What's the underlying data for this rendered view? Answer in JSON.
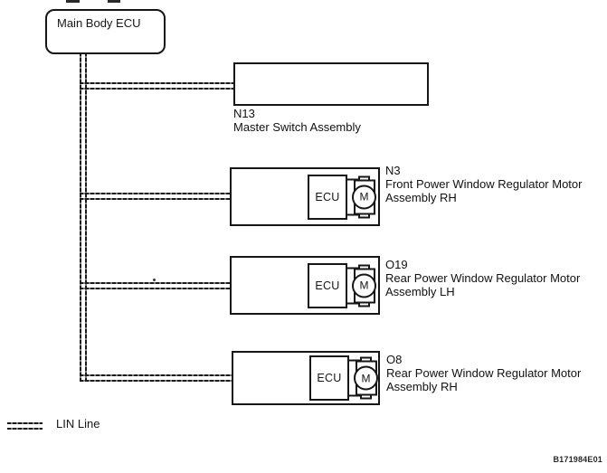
{
  "colors": {
    "ink": "#161616",
    "background": "#ffffff"
  },
  "root": {
    "label": "Main Body ECU"
  },
  "component_labels": {
    "ecu": "ECU",
    "motor": "M"
  },
  "nodes": [
    {
      "code": "N13",
      "line1": "Master Switch Assembly",
      "line2": ""
    },
    {
      "code": "N3",
      "line1": "Front Power Window Regulator Motor",
      "line2": "Assembly RH"
    },
    {
      "code": "O19",
      "line1": "Rear Power Window Regulator Motor",
      "line2": "Assembly LH"
    },
    {
      "code": "O8",
      "line1": "Rear Power Window Regulator Motor",
      "line2": "Assembly RH"
    }
  ],
  "legend": {
    "label": "LIN Line",
    "line_type": "lin-double-line"
  },
  "figure_code": "B171984E01"
}
